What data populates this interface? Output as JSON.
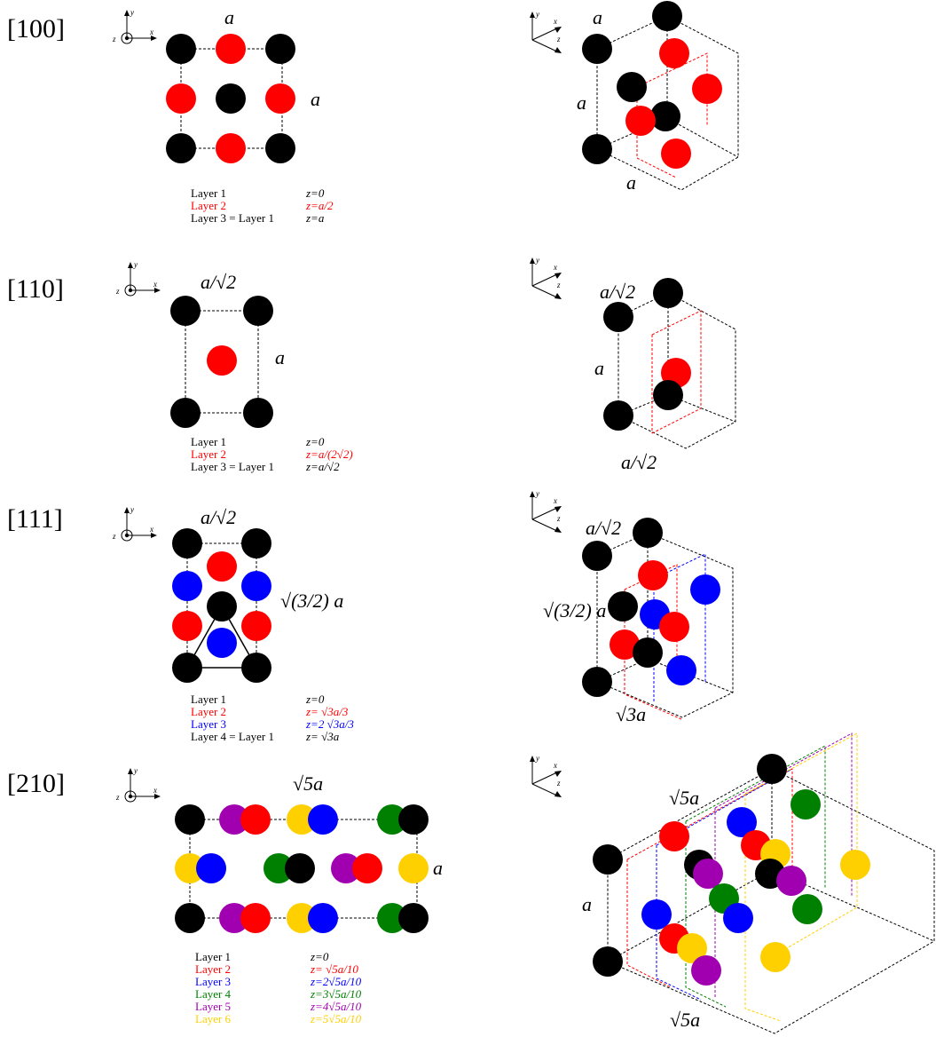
{
  "colors": {
    "black": "#000000",
    "red": "#ff0000",
    "blue": "#0000ff",
    "green": "#008000",
    "purple": "#a000b0",
    "yellow": "#ffd000"
  },
  "axes": {
    "x": "x",
    "y": "y",
    "z": "z"
  },
  "panels": [
    {
      "direction": "[100]",
      "top_label": "a",
      "side_label": "a",
      "iso_side_label": "a",
      "iso_bottom_label": "a",
      "iso_top_label": "a",
      "legend": [
        {
          "layer": "Layer 1",
          "z": "z=0",
          "color": "black"
        },
        {
          "layer": "Layer 2",
          "z": "z=a/2",
          "color": "red"
        },
        {
          "layer": "Layer 3 = Layer 1",
          "z": "z=a",
          "color": "black"
        }
      ]
    },
    {
      "direction": "[110]",
      "top_label": "a/√2",
      "side_label": "a",
      "iso_side_label": "a",
      "iso_bottom_label": "a/√2",
      "iso_top_label": "a/√2",
      "legend": [
        {
          "layer": "Layer 1",
          "z": "z=0",
          "color": "black"
        },
        {
          "layer": "Layer 2",
          "z": "z=a/(2√2)",
          "color": "red"
        },
        {
          "layer": "Layer 3 = Layer 1",
          "z": "z=a/√2",
          "color": "black"
        }
      ]
    },
    {
      "direction": "[111]",
      "top_label": "a/√2",
      "side_label": "√(3/2) a",
      "iso_side_label": "√(3/2) a",
      "iso_bottom_label": "√3a",
      "iso_top_label": "a/√2",
      "legend": [
        {
          "layer": "Layer 1",
          "z": "z=0",
          "color": "black"
        },
        {
          "layer": "Layer 2",
          "z": "z= √3a/3",
          "color": "red"
        },
        {
          "layer": "Layer 3",
          "z": "z=2 √3a/3",
          "color": "blue"
        },
        {
          "layer": "Layer 4 = Layer 1",
          "z": "z= √3a",
          "color": "black"
        }
      ]
    },
    {
      "direction": "[210]",
      "top_label": "√5a",
      "side_label": "a",
      "iso_side_label": "a",
      "iso_bottom_label": "√5a",
      "iso_top_label": "√5a",
      "legend": [
        {
          "layer": "Layer 1",
          "z": "z=0",
          "color": "black"
        },
        {
          "layer": "Layer 2",
          "z": "z= √5a/10",
          "color": "red"
        },
        {
          "layer": "Layer 3",
          "z": "z=2√5a/10",
          "color": "blue"
        },
        {
          "layer": "Layer 4",
          "z": "z=3√5a/10",
          "color": "green"
        },
        {
          "layer": "Layer 5",
          "z": "z=4√5a/10",
          "color": "purple"
        },
        {
          "layer": "Layer 6",
          "z": "z=5√5a/10",
          "color": "yellow"
        }
      ]
    }
  ]
}
